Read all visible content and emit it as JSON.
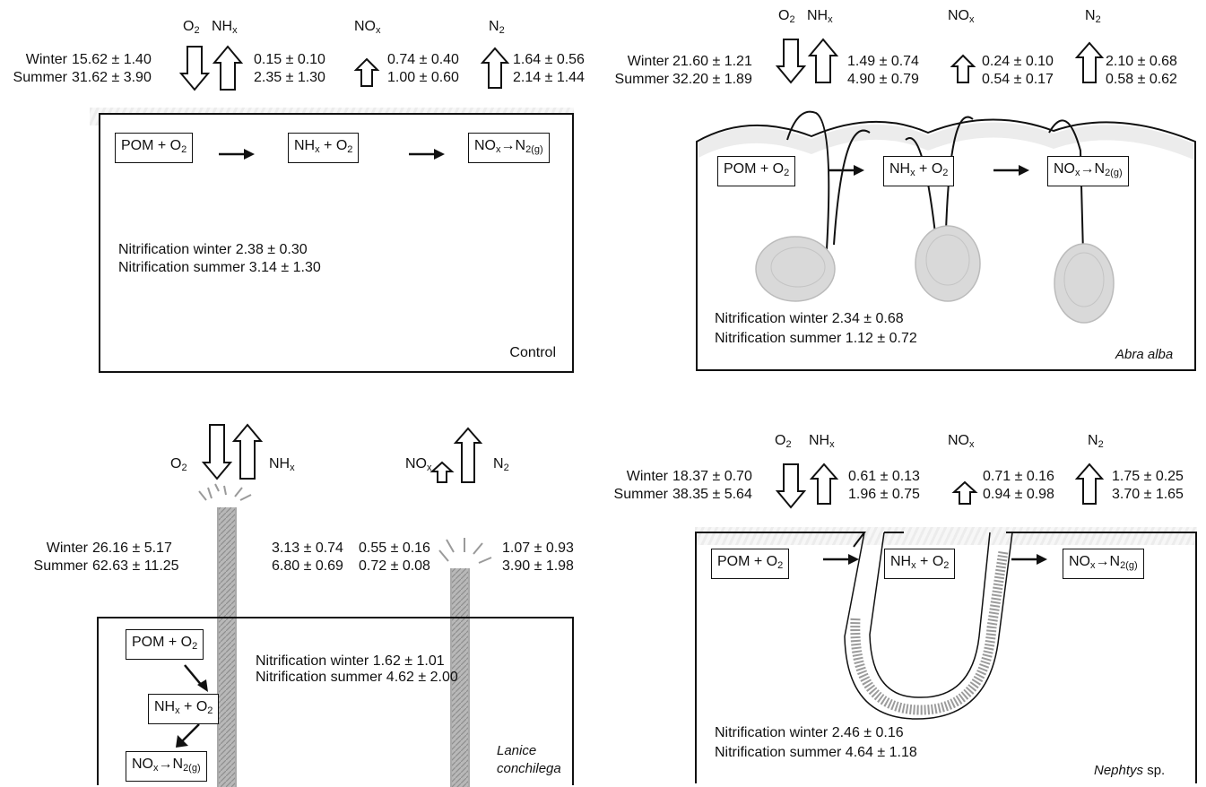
{
  "species_labels": {
    "O2": "O",
    "O2_sub": "2",
    "NHx": "NH",
    "NHx_sub": "x",
    "NOx": "NO",
    "NOx_sub": "x",
    "N2": "N",
    "N2_sub": "2"
  },
  "season_labels": {
    "winter": "Winter",
    "summer": "Summer"
  },
  "reactions": {
    "pom": "POM + O",
    "pom_sub": "2",
    "nhx": "NH",
    "nhx_sub": "x",
    "nhx_tail": " + O",
    "nhx_sub2": "2",
    "nox": "NO",
    "nox_sub": "x",
    "arrow": "→",
    "n2": "N",
    "n2_sub": "2(g)"
  },
  "panels": {
    "control": {
      "label": "Control",
      "fluxes": {
        "o2": {
          "winter": "15.62 ± 1.40",
          "summer": "31.62 ± 3.90"
        },
        "nhx": {
          "winter": "0.15 ± 0.10",
          "summer": "2.35 ± 1.30"
        },
        "nox": {
          "winter": "0.74 ± 0.40",
          "summer": "1.00 ± 0.60"
        },
        "n2": {
          "winter": "1.64 ± 0.56",
          "summer": "2.14 ± 1.44"
        }
      },
      "nitrification_winter": "Nitrification winter 2.38 ± 0.30",
      "nitrification_summer": "Nitrification summer 3.14 ± 1.30"
    },
    "abra": {
      "label": "Abra alba",
      "fluxes": {
        "o2": {
          "winter": "21.60 ± 1.21",
          "summer": "32.20 ± 1.89"
        },
        "nhx": {
          "winter": "1.49 ± 0.74",
          "summer": "4.90 ± 0.79"
        },
        "nox": {
          "winter": "0.24 ± 0.10",
          "summer": "0.54 ± 0.17"
        },
        "n2": {
          "winter": "2.10 ± 0.68",
          "summer": "0.58 ± 0.62"
        }
      },
      "nitrification_winter": "Nitrification winter 2.34 ± 0.68",
      "nitrification_summer": "Nitrification summer 1.12 ± 0.72"
    },
    "lanice": {
      "label_line1": "Lanice",
      "label_line2": "conchilega",
      "fluxes": {
        "o2": {
          "winter": "26.16 ± 5.17",
          "summer": "62.63 ± 11.25"
        },
        "nhx": {
          "winter": "3.13 ± 0.74",
          "summer": "6.80 ± 0.69"
        },
        "nox": {
          "winter": "0.55 ± 0.16",
          "summer": "0.72 ± 0.08"
        },
        "n2": {
          "winter": "1.07 ± 0.93",
          "summer": "3.90 ± 1.98"
        }
      },
      "nitrification_winter": "Nitrification winter 1.62 ± 1.01",
      "nitrification_summer": "Nitrification summer 4.62 ± 2.00"
    },
    "nephtys": {
      "label": "Nephtys",
      "label_suffix": " sp.",
      "fluxes": {
        "o2": {
          "winter": "18.37 ± 0.70",
          "summer": "38.35 ± 5.64"
        },
        "nhx": {
          "winter": "0.61 ± 0.13",
          "summer": "1.96 ± 0.75"
        },
        "nox": {
          "winter": "0.71 ± 0.16",
          "summer": "0.94 ± 0.98"
        },
        "n2": {
          "winter": "1.75 ± 0.25",
          "summer": "3.70 ± 1.65"
        }
      },
      "nitrification_winter": "Nitrification winter 2.46 ± 0.16",
      "nitrification_summer": "Nitrification summer 4.64 ± 1.18"
    }
  },
  "colors": {
    "line": "#111111",
    "sediment": "#e6e6e6",
    "organism": "#b5b5b5",
    "shell": "#d6d6d6"
  },
  "icons": {
    "down": "open-arrow-down-icon",
    "up": "open-arrow-up-icon",
    "right": "solid-arrow-right-icon"
  }
}
